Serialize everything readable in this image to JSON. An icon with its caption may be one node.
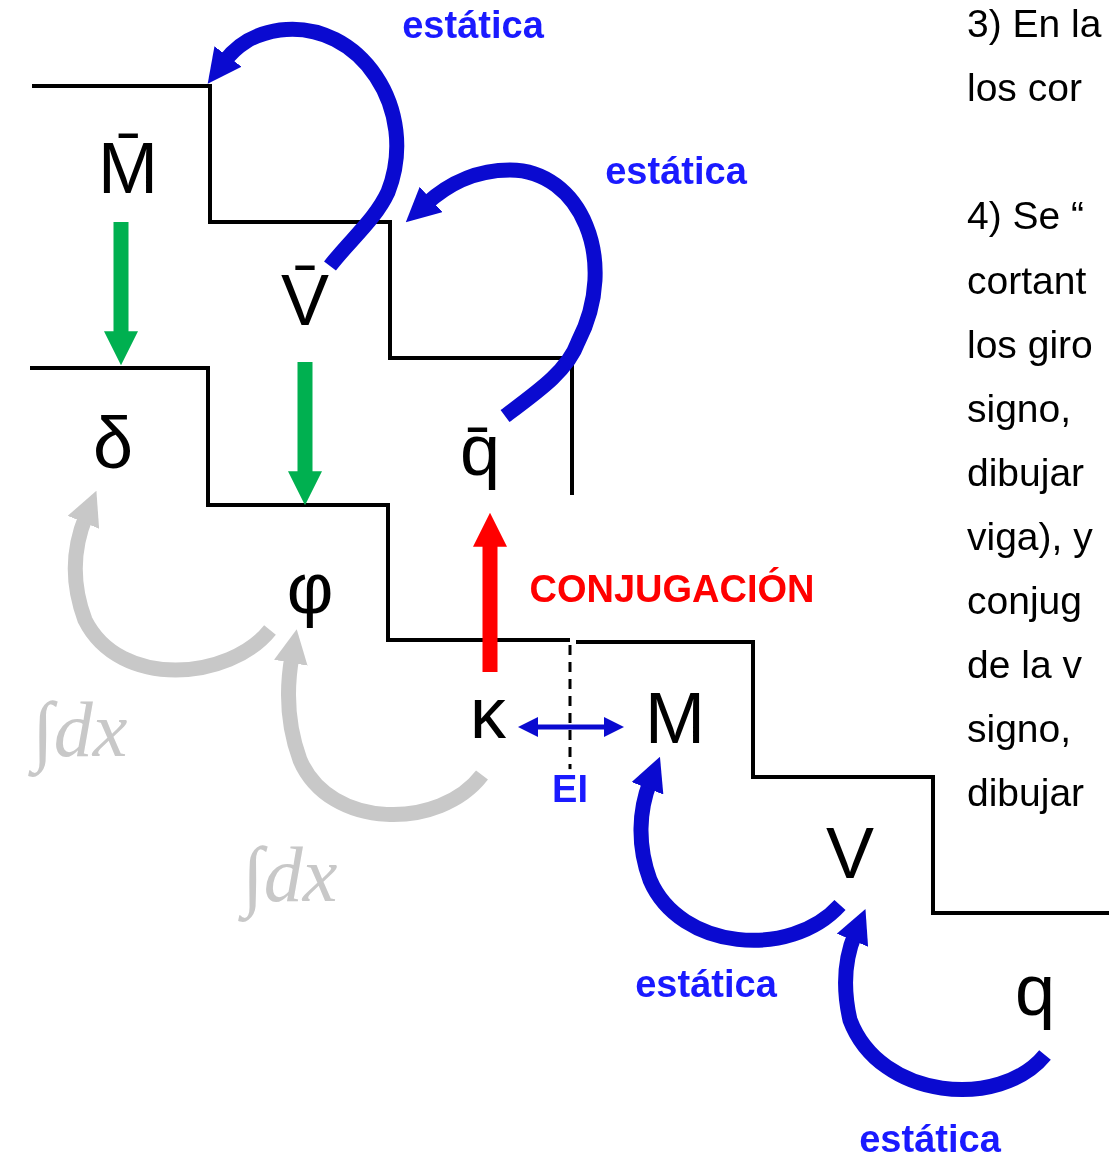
{
  "diagram": {
    "nodes": [
      {
        "text": [
          "M̄"
        ]
      },
      {
        "text": [
          "V̄"
        ]
      },
      {
        "text": [
          "q̄"
        ]
      },
      {
        "text": [
          "δ"
        ]
      },
      {
        "text": [
          "φ"
        ]
      },
      {
        "text": [
          "κ"
        ]
      },
      {
        "text": [
          "M"
        ]
      },
      {
        "text": [
          "V"
        ]
      },
      {
        "text": [
          "q"
        ]
      }
    ],
    "edges": [
      {
        "from": 1,
        "to": 0,
        "arrow": "to",
        "label": "estática"
      },
      {
        "from": 2,
        "to": 1,
        "arrow": "to",
        "label": "estática"
      },
      {
        "from": 0,
        "to": 3,
        "arrow": "to",
        "color": "#00b050"
      },
      {
        "from": 1,
        "to": 4,
        "arrow": "to",
        "color": "#00b050"
      },
      {
        "from": 5,
        "to": 4,
        "arrow": "to",
        "label": "∫dx",
        "color": "#c8c8c8"
      },
      {
        "from": 4,
        "to": 3,
        "arrow": "to",
        "label": "∫dx",
        "color": "#c8c8c8"
      },
      {
        "from": 5,
        "to": 2,
        "arrow": "to",
        "label": "CONJUGACIÓN",
        "color": "#ff0000"
      },
      {
        "from": 5,
        "to": 6,
        "arrow": "both",
        "label": "EI"
      },
      {
        "from": 7,
        "to": 6,
        "arrow": "to",
        "label": "estática"
      },
      {
        "from": 8,
        "to": 7,
        "arrow": "to",
        "label": "estática"
      }
    ],
    "labels": [
      "3) En la",
      "los cor",
      "4) Se “",
      "cortant",
      "los giro",
      "signo,",
      "dibujar",
      "viga), y",
      "conjug",
      "de la v",
      "signo,",
      "dibujar"
    ]
  }
}
